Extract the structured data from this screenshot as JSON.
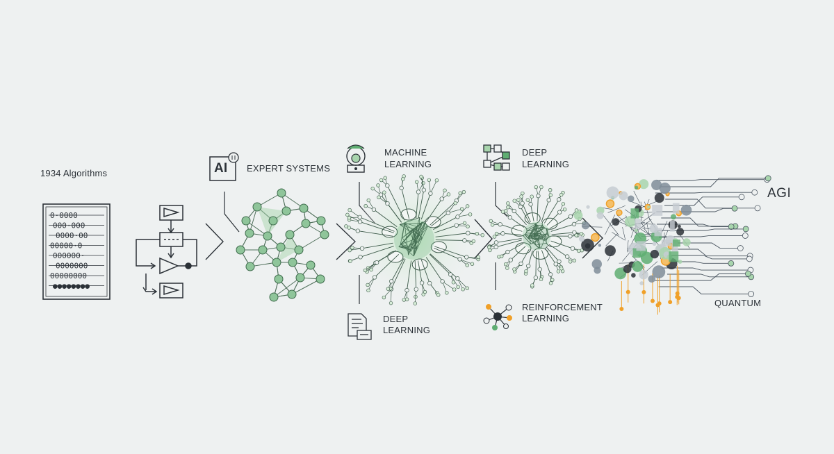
{
  "stages": {
    "algorithms": {
      "label": "1934 Algorithms"
    },
    "expert_systems": {
      "icon_text": "AI",
      "label": "EXPERT SYSTEMS"
    },
    "machine_learning": {
      "label_line1": "MACHINE",
      "label_line2": "LEARNING"
    },
    "deep_learning_lower": {
      "label_line1": "DEEP",
      "label_line2": "LEARNING"
    },
    "deep_learning_upper": {
      "label_line1": "DEEP",
      "label_line2": "LEARNING"
    },
    "reinforcement_learning": {
      "label_line1": "REINFORCEMENT",
      "label_line2": "LEARNING"
    },
    "agi": {
      "label": "AGI"
    },
    "quantum": {
      "label": "QUANTUM"
    }
  },
  "abacus_rows": [
    "0·0000",
    "000·000",
    "0000·00",
    "00000·0",
    "000000·",
    "0000000",
    "00000000",
    "●●●●●●●●"
  ],
  "colors": {
    "ink": "#2b3137",
    "green": "#5fae72",
    "green_light": "#a8d5ad",
    "orange": "#f0a028",
    "slate": "#7f8d99",
    "background": "#eef1f1"
  },
  "icons": {
    "abacus": "abacus-icon",
    "flowchart": "flowchart-icon",
    "ai_box": "ai-box-icon",
    "brain_gear": "brain-gear-icon",
    "document": "document-icon",
    "network_boxes": "network-boxes-icon",
    "molecule": "molecule-icon"
  }
}
